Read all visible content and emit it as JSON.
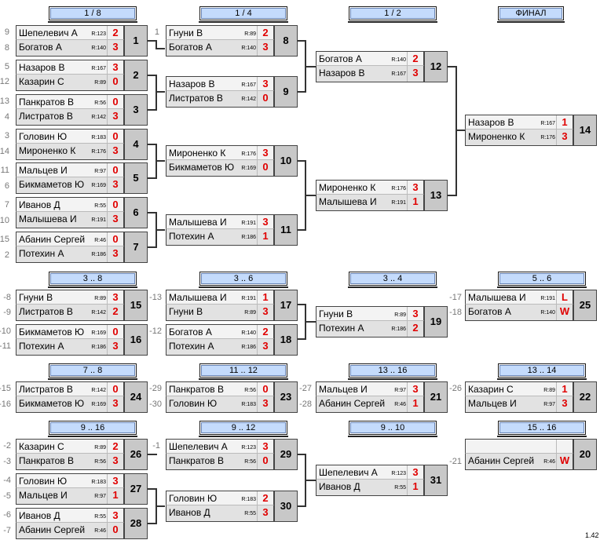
{
  "headers": [
    {
      "label": "1 / 8"
    },
    {
      "label": "1 / 4"
    },
    {
      "label": "1 / 2"
    },
    {
      "label": "ФИНАЛ"
    },
    {
      "label": "3 .. 8"
    },
    {
      "label": "3 .. 6"
    },
    {
      "label": "3 .. 4"
    },
    {
      "label": "5 .. 6"
    },
    {
      "label": "7 .. 8"
    },
    {
      "label": "11 .. 12"
    },
    {
      "label": "13 .. 16"
    },
    {
      "label": "13 .. 14"
    },
    {
      "label": "9 .. 16"
    },
    {
      "label": "9 .. 12"
    },
    {
      "label": "9 .. 10"
    },
    {
      "label": "15 .. 16"
    }
  ],
  "matches": [
    {
      "num": "1",
      "p1": {
        "name": "Шепелевич А",
        "rating": "R:123",
        "score": "2"
      },
      "p2": {
        "name": "Богатов А",
        "rating": "R:140",
        "score": "3"
      }
    },
    {
      "num": "2",
      "p1": {
        "name": "Назаров В",
        "rating": "R:167",
        "score": "3"
      },
      "p2": {
        "name": "Казарин С",
        "rating": "R:89",
        "score": "0"
      }
    },
    {
      "num": "3",
      "p1": {
        "name": "Панкратов В",
        "rating": "R:56",
        "score": "0"
      },
      "p2": {
        "name": "Листратов В",
        "rating": "R:142",
        "score": "3"
      }
    },
    {
      "num": "4",
      "p1": {
        "name": "Головин Ю",
        "rating": "R:183",
        "score": "0"
      },
      "p2": {
        "name": "Мироненко К",
        "rating": "R:176",
        "score": "3"
      }
    },
    {
      "num": "5",
      "p1": {
        "name": "Мальцев И",
        "rating": "R:97",
        "score": "0"
      },
      "p2": {
        "name": "Бикмаметов Ю",
        "rating": "R:169",
        "score": "3"
      }
    },
    {
      "num": "6",
      "p1": {
        "name": "Иванов Д",
        "rating": "R:55",
        "score": "0"
      },
      "p2": {
        "name": "Малышева И",
        "rating": "R:191",
        "score": "3"
      }
    },
    {
      "num": "7",
      "p1": {
        "name": "Абанин Сергей",
        "rating": "R:46",
        "score": "0"
      },
      "p2": {
        "name": "Потехин А",
        "rating": "R:186",
        "score": "3"
      }
    },
    {
      "num": "8",
      "p1": {
        "name": "Гнуни В",
        "rating": "R:89",
        "score": "2"
      },
      "p2": {
        "name": "Богатов А",
        "rating": "R:140",
        "score": "3"
      }
    },
    {
      "num": "9",
      "p1": {
        "name": "Назаров В",
        "rating": "R:167",
        "score": "3"
      },
      "p2": {
        "name": "Листратов В",
        "rating": "R:142",
        "score": "0"
      }
    },
    {
      "num": "10",
      "p1": {
        "name": "Мироненко К",
        "rating": "R:176",
        "score": "3"
      },
      "p2": {
        "name": "Бикмаметов Ю",
        "rating": "R:169",
        "score": "0"
      }
    },
    {
      "num": "11",
      "p1": {
        "name": "Малышева И",
        "rating": "R:191",
        "score": "3"
      },
      "p2": {
        "name": "Потехин А",
        "rating": "R:186",
        "score": "1"
      }
    },
    {
      "num": "12",
      "p1": {
        "name": "Богатов А",
        "rating": "R:140",
        "score": "2"
      },
      "p2": {
        "name": "Назаров В",
        "rating": "R:167",
        "score": "3"
      }
    },
    {
      "num": "13",
      "p1": {
        "name": "Мироненко К",
        "rating": "R:176",
        "score": "3"
      },
      "p2": {
        "name": "Малышева И",
        "rating": "R:191",
        "score": "1"
      }
    },
    {
      "num": "14",
      "p1": {
        "name": "Назаров В",
        "rating": "R:167",
        "score": "1"
      },
      "p2": {
        "name": "Мироненко К",
        "rating": "R:176",
        "score": "3"
      }
    },
    {
      "num": "15",
      "p1": {
        "name": "Гнуни В",
        "rating": "R:89",
        "score": "3"
      },
      "p2": {
        "name": "Листратов В",
        "rating": "R:142",
        "score": "2"
      }
    },
    {
      "num": "16",
      "p1": {
        "name": "Бикмаметов Ю",
        "rating": "R:169",
        "score": "0"
      },
      "p2": {
        "name": "Потехин А",
        "rating": "R:186",
        "score": "3"
      }
    },
    {
      "num": "17",
      "p1": {
        "name": "Малышева И",
        "rating": "R:191",
        "score": "1"
      },
      "p2": {
        "name": "Гнуни В",
        "rating": "R:89",
        "score": "3"
      }
    },
    {
      "num": "18",
      "p1": {
        "name": "Богатов А",
        "rating": "R:140",
        "score": "2"
      },
      "p2": {
        "name": "Потехин А",
        "rating": "R:186",
        "score": "3"
      }
    },
    {
      "num": "19",
      "p1": {
        "name": "Гнуни В",
        "rating": "R:89",
        "score": "3"
      },
      "p2": {
        "name": "Потехин А",
        "rating": "R:186",
        "score": "2"
      }
    },
    {
      "num": "25",
      "p1": {
        "name": "Малышева И",
        "rating": "R:191",
        "score": "L"
      },
      "p2": {
        "name": "Богатов А",
        "rating": "R:140",
        "score": "W"
      }
    },
    {
      "num": "24",
      "p1": {
        "name": "Листратов В",
        "rating": "R:142",
        "score": "0"
      },
      "p2": {
        "name": "Бикмаметов Ю",
        "rating": "R:169",
        "score": "3"
      }
    },
    {
      "num": "23",
      "p1": {
        "name": "Панкратов В",
        "rating": "R:56",
        "score": "0"
      },
      "p2": {
        "name": "Головин Ю",
        "rating": "R:183",
        "score": "3"
      }
    },
    {
      "num": "21",
      "p1": {
        "name": "Мальцев И",
        "rating": "R:97",
        "score": "3"
      },
      "p2": {
        "name": "Абанин Сергей",
        "rating": "R:46",
        "score": "1"
      }
    },
    {
      "num": "22",
      "p1": {
        "name": "Казарин С",
        "rating": "R:89",
        "score": "1"
      },
      "p2": {
        "name": "Мальцев И",
        "rating": "R:97",
        "score": "3"
      }
    },
    {
      "num": "26",
      "p1": {
        "name": "Казарин С",
        "rating": "R:89",
        "score": "2"
      },
      "p2": {
        "name": "Панкратов В",
        "rating": "R:56",
        "score": "3"
      }
    },
    {
      "num": "27",
      "p1": {
        "name": "Головин Ю",
        "rating": "R:183",
        "score": "3"
      },
      "p2": {
        "name": "Мальцев И",
        "rating": "R:97",
        "score": "1"
      }
    },
    {
      "num": "28",
      "p1": {
        "name": "Иванов Д",
        "rating": "R:55",
        "score": "3"
      },
      "p2": {
        "name": "Абанин Сергей",
        "rating": "R:46",
        "score": "0"
      }
    },
    {
      "num": "29",
      "p1": {
        "name": "Шепелевич А",
        "rating": "R:123",
        "score": "3"
      },
      "p2": {
        "name": "Панкратов В",
        "rating": "R:56",
        "score": "0"
      }
    },
    {
      "num": "30",
      "p1": {
        "name": "Головин Ю",
        "rating": "R:183",
        "score": "2"
      },
      "p2": {
        "name": "Иванов Д",
        "rating": "R:55",
        "score": "3"
      }
    },
    {
      "num": "31",
      "p1": {
        "name": "Шепелевич А",
        "rating": "R:123",
        "score": "3"
      },
      "p2": {
        "name": "Иванов Д",
        "rating": "R:55",
        "score": "1"
      }
    },
    {
      "num": "20",
      "p1": {
        "name": "",
        "rating": "",
        "score": ""
      },
      "p2": {
        "name": "Абанин Сергей",
        "rating": "R:46",
        "score": "W"
      }
    }
  ],
  "seeds": [
    "9",
    "8",
    "5",
    "12",
    "13",
    "4",
    "3",
    "14",
    "11",
    "6",
    "7",
    "10",
    "15",
    "2",
    "1",
    "-8",
    "-9",
    "-10",
    "-11",
    "-13",
    "-12",
    "-17",
    "-18",
    "-15",
    "-16",
    "-29",
    "-30",
    "-27",
    "-28",
    "-26",
    "-2",
    "-3",
    "-4",
    "-5",
    "-6",
    "-7",
    "-1",
    "-21"
  ],
  "version": "1.42"
}
